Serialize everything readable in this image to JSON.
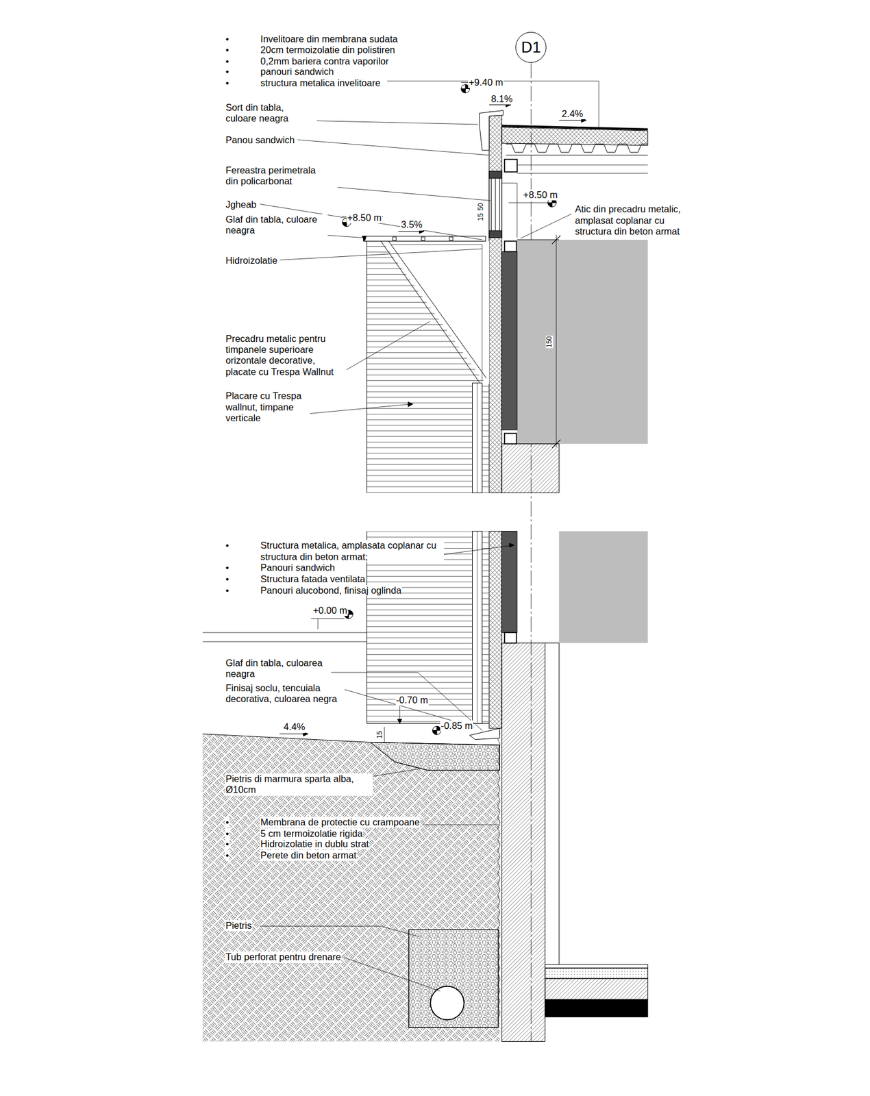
{
  "diagram": {
    "nodes": [
      {
        "text": [
          "D1"
        ]
      }
    ],
    "labels": [
      "•",
      "Invelitoare din membrana sudata",
      "•",
      "20cm termoizolatie din polistiren",
      "•",
      "0,2mm bariera contra vaporilor",
      "•",
      "panouri sandwich",
      "•",
      "structura metalica invelitoare",
      "+9.40 m",
      "8.1%",
      "2.4%",
      "Sort din tabla, culoare neagra",
      "Panou sandwich",
      "Fereastra perimetrala din policarbonat",
      "+8.50 m",
      "Jgheab",
      "Atic din precadru metalic, amplasat coplanar cu structura din beton armat",
      "50",
      "Glaf din tabla, culoare neagra",
      "+8.50 m",
      "3.5%",
      "15",
      "Hidroizolatie",
      "Precadru metalic pentru timpanele superioare orizontale decorative, placate cu Trespa Wallnut",
      "150",
      "Placare cu Trespa wallnut, timpane verticale",
      "•",
      "Structura metalica, amplasata coplanar cu structura din beton armat;",
      "•",
      "Panouri sandwich",
      "•",
      "Structura fatada ventilata",
      "•",
      "Panouri alucobond, finisaj oglinda",
      "+0.00 m",
      "Glaf din tabla, culoarea neagra",
      "Finisaj soclu, tencuiala decorativa, culoarea negra",
      "-0.70 m",
      "-0.85 m",
      "4.4%",
      "15",
      "Pietris di marmura sparta alba, Ø10cm",
      "•",
      "Membrana de protectie cu crampoane",
      "•",
      "5 cm termoizolatie rigida",
      "•",
      "Hidroizolatie in dublu strat",
      "•",
      "Perete din beton armat",
      "Pietris",
      "Tub perforat pentru drenare"
    ]
  }
}
